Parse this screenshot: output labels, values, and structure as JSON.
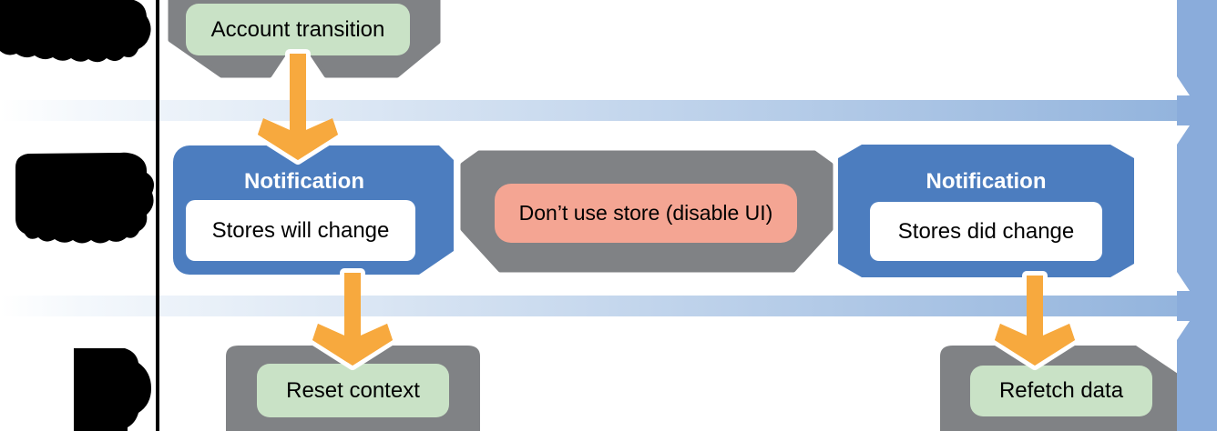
{
  "diagram": {
    "type": "flow-diagram",
    "nodes": {
      "account_transition": {
        "label": "Account transition"
      },
      "left_notification": {
        "title": "Notification",
        "body": "Stores will change"
      },
      "dont_use_store": {
        "label": "Don’t use store (disable UI)"
      },
      "right_notification": {
        "title": "Notification",
        "body": "Stores did change"
      },
      "reset_context": {
        "label": "Reset context"
      },
      "refetch_data": {
        "label": "Refetch data"
      }
    },
    "colors": {
      "container_gray": "#808285",
      "action_green": "#c9e2c6",
      "notification_blue": "#4c7dbf",
      "warning_salmon": "#f4a593",
      "arrow_orange": "#f7a93e",
      "timeline_bar_blue": "#8aacdb",
      "band_gradient_start": "#ffffff",
      "band_gradient_end": "#93b4dd",
      "redaction_black": "#000000"
    }
  }
}
